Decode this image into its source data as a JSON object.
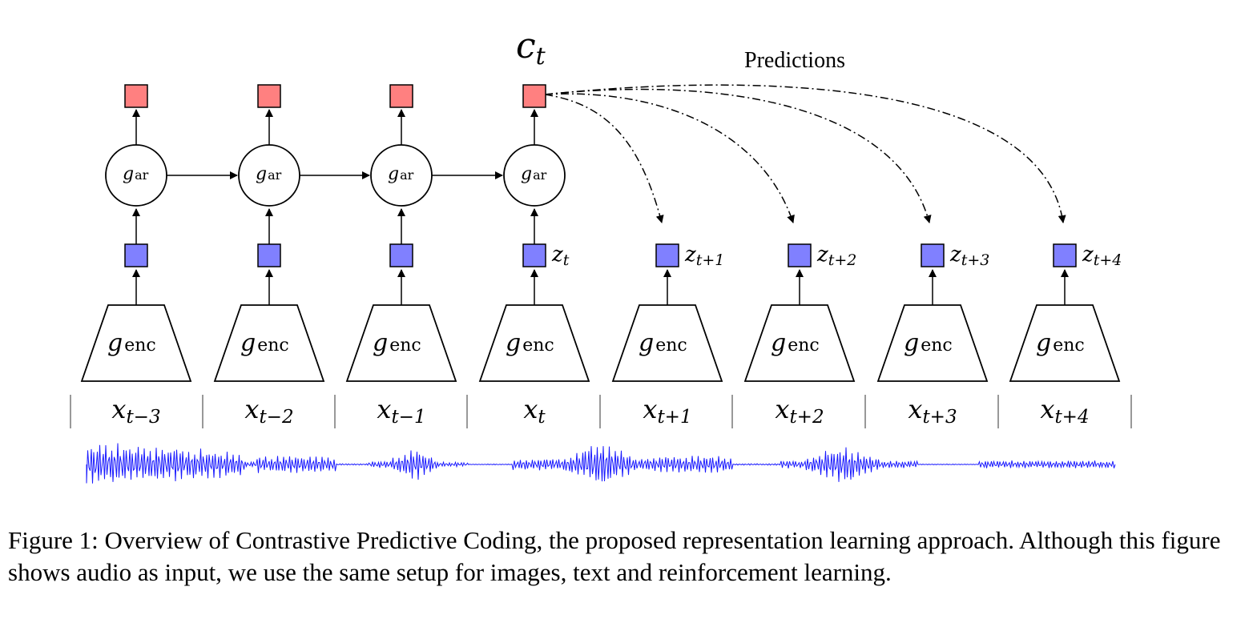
{
  "diagram": {
    "context_label": {
      "base": "c",
      "sub": "t"
    },
    "predictions_label": "Predictions",
    "ar_label": {
      "base": "g",
      "sub": "ar"
    },
    "enc_label": {
      "base": "g",
      "sub": "enc"
    },
    "latents": [
      {
        "base": "z",
        "sub": "t"
      },
      {
        "base": "z",
        "sub": "t+1"
      },
      {
        "base": "z",
        "sub": "t+2"
      },
      {
        "base": "z",
        "sub": "t+3"
      },
      {
        "base": "z",
        "sub": "t+4"
      }
    ],
    "inputs": [
      {
        "base": "x",
        "sub": "t−3"
      },
      {
        "base": "x",
        "sub": "t−2"
      },
      {
        "base": "x",
        "sub": "t−1"
      },
      {
        "base": "x",
        "sub": "t"
      },
      {
        "base": "x",
        "sub": "t+1"
      },
      {
        "base": "x",
        "sub": "t+2"
      },
      {
        "base": "x",
        "sub": "t+3"
      },
      {
        "base": "x",
        "sub": "t+4"
      }
    ],
    "colors": {
      "context_square": "#ff8080",
      "latent_square": "#8080ff",
      "waveform": "#1a1aff"
    }
  },
  "caption": "Figure 1: Overview of Contrastive Predictive Coding, the proposed representation learning approach. Although this figure shows audio as input, we use the same setup for images, text and reinforcement learning."
}
